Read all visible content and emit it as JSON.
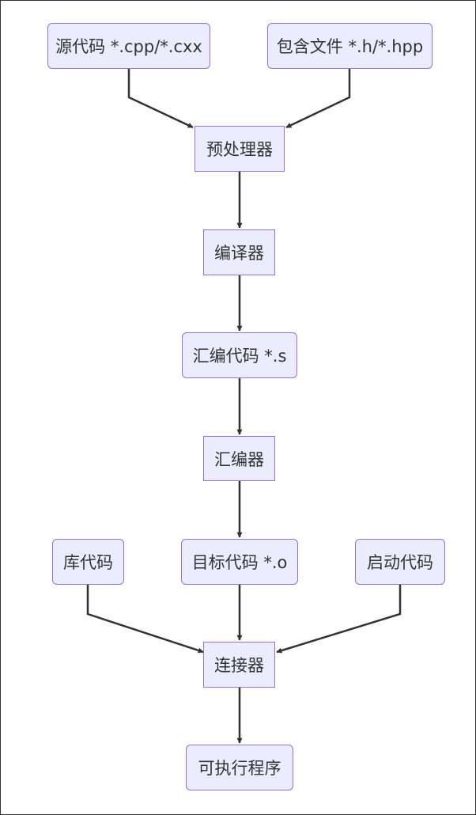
{
  "diagram": {
    "nodes": {
      "source_code": "源代码 *.cpp/*.cxx",
      "header_files": "包含文件 *.h/*.hpp",
      "preprocessor": "预处理器",
      "compiler": "编译器",
      "assembly_code": "汇编代码 *.s",
      "assembler": "汇编器",
      "library_code": "库代码",
      "object_code": "目标代码 *.o",
      "startup_code": "启动代码",
      "linker": "连接器",
      "executable": "可执行程序"
    },
    "edges": [
      [
        "source_code",
        "preprocessor"
      ],
      [
        "header_files",
        "preprocessor"
      ],
      [
        "preprocessor",
        "compiler"
      ],
      [
        "compiler",
        "assembly_code"
      ],
      [
        "assembly_code",
        "assembler"
      ],
      [
        "assembler",
        "object_code"
      ],
      [
        "library_code",
        "linker"
      ],
      [
        "object_code",
        "linker"
      ],
      [
        "startup_code",
        "linker"
      ],
      [
        "linker",
        "executable"
      ]
    ],
    "colors": {
      "node_fill": "#ececff",
      "node_border": "#9370db",
      "edge": "#333333",
      "text": "#333333"
    }
  }
}
